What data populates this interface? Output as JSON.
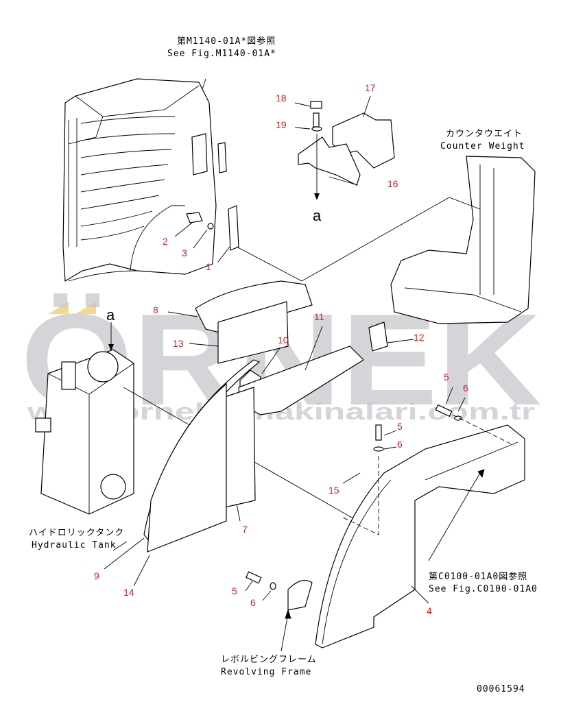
{
  "references": {
    "top": {
      "jp": "第M1140-01A*図参照",
      "en": "See Fig.M1140-01A*"
    },
    "bottom_right": {
      "jp": "第C0100-01A0図参照",
      "en": "See Fig.C0100-01A0"
    }
  },
  "components": {
    "counter_weight": {
      "jp": "カウンタウエイト",
      "en": "Counter Weight"
    },
    "hydraulic_tank": {
      "jp": "ハイドロリックタンク",
      "en": "Hydraulic Tank"
    },
    "revolving_frame": {
      "jp": "レボルビングフレーム",
      "en": "Revolving Frame"
    }
  },
  "view_marker": "a",
  "callouts": [
    "18",
    "17",
    "19",
    "16",
    "2",
    "3",
    "1",
    "8",
    "13",
    "10",
    "11",
    "12",
    "5",
    "6",
    "5",
    "6",
    "15",
    "7",
    "9",
    "14",
    "5",
    "6",
    "4"
  ],
  "figure_number": "00061594",
  "watermark": {
    "logo": "ÖRNEK",
    "url": "www.ornekismakinalari.com.tr"
  },
  "colors": {
    "callout": "#d42020",
    "watermark": "#c8c6cc",
    "logo_accent": "#f5d98a"
  }
}
